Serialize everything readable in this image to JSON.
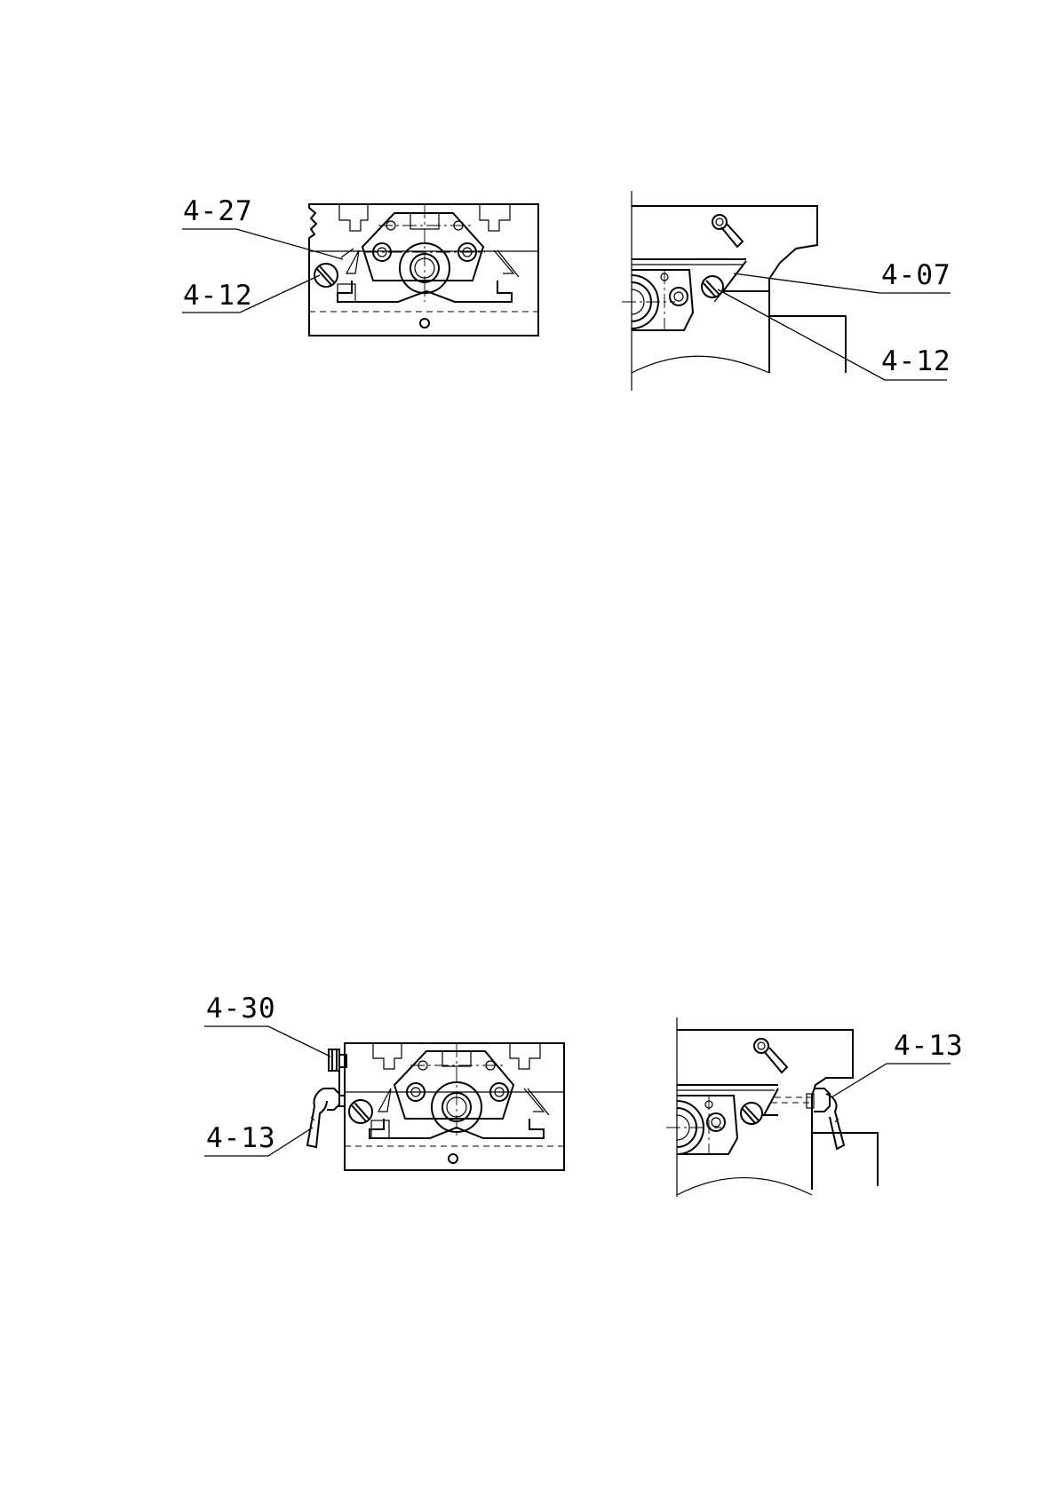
{
  "figures": [
    {
      "id": "top-left",
      "callouts": [
        "4-27",
        "4-12"
      ]
    },
    {
      "id": "top-right",
      "callouts": [
        "4-07",
        "4-12"
      ]
    },
    {
      "id": "bottom-left",
      "callouts": [
        "4-30",
        "4-13"
      ]
    },
    {
      "id": "bottom-right",
      "callouts": [
        "4-13"
      ]
    }
  ]
}
